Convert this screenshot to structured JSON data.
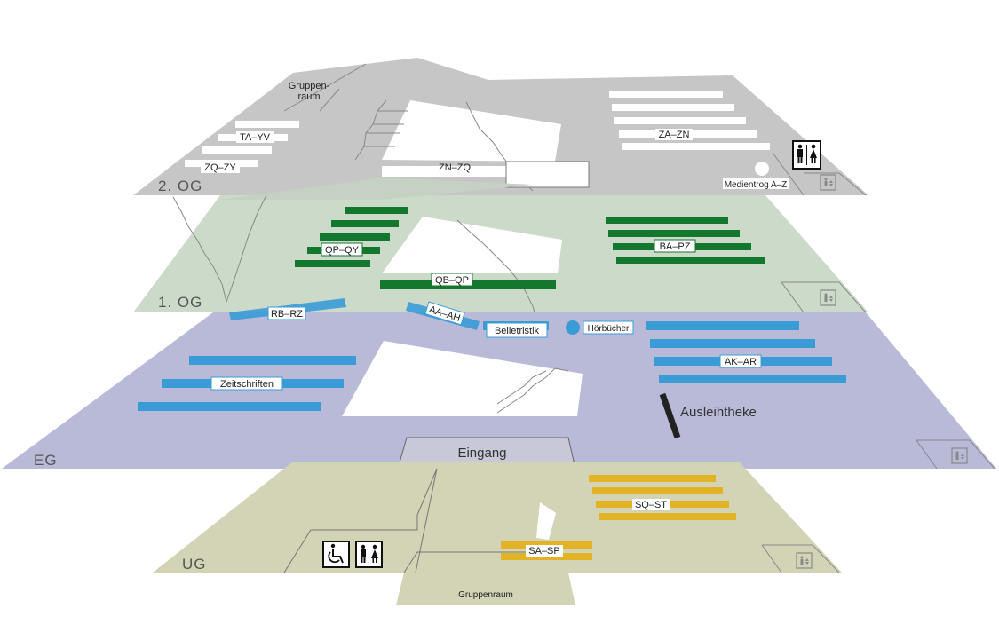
{
  "floors": {
    "og2": {
      "label": "2. OG",
      "color": "#c6c6c6",
      "shelf_color": "#ffffff",
      "labels": {
        "group_room_line1": "Gruppen-",
        "group_room_line2": "raum",
        "ta_yv": "TA–YV",
        "zq_zy": "ZQ–ZY",
        "zn_zq": "ZN–ZQ",
        "za_zn": "ZA–ZN",
        "media_trough": "Medientrog A–Z"
      }
    },
    "og1": {
      "label": "1. OG",
      "color": "#c9d9c6",
      "shelf_color": "#13782e",
      "labels": {
        "qp_qy": "QP–QY",
        "qb_qp": "QB–QP",
        "ba_pz": "BA–PZ"
      }
    },
    "eg": {
      "label": "EG",
      "color": "#b9b9d8",
      "shelf_color": "#3a9bd6",
      "labels": {
        "rb_rz": "RB–RZ",
        "aa_ah": "AA–AH",
        "belletristik": "Belletristik",
        "hoerbuecher": "Hörbücher",
        "zeitschriften": "Zeitschriften",
        "ak_ar": "AK–AR",
        "ausleihtheke": "Ausleihtheke",
        "eingang": "Eingang"
      }
    },
    "ug": {
      "label": "UG",
      "color": "#d3d3b5",
      "shelf_color": "#e2b325",
      "labels": {
        "sq_st": "SQ–ST",
        "sa_sp": "SA–SP",
        "group_room": "Gruppenraum"
      }
    }
  },
  "icons": {
    "restroom": "restroom-icon",
    "wheelchair": "wheelchair-icon",
    "elevator": "elevator-icon"
  }
}
